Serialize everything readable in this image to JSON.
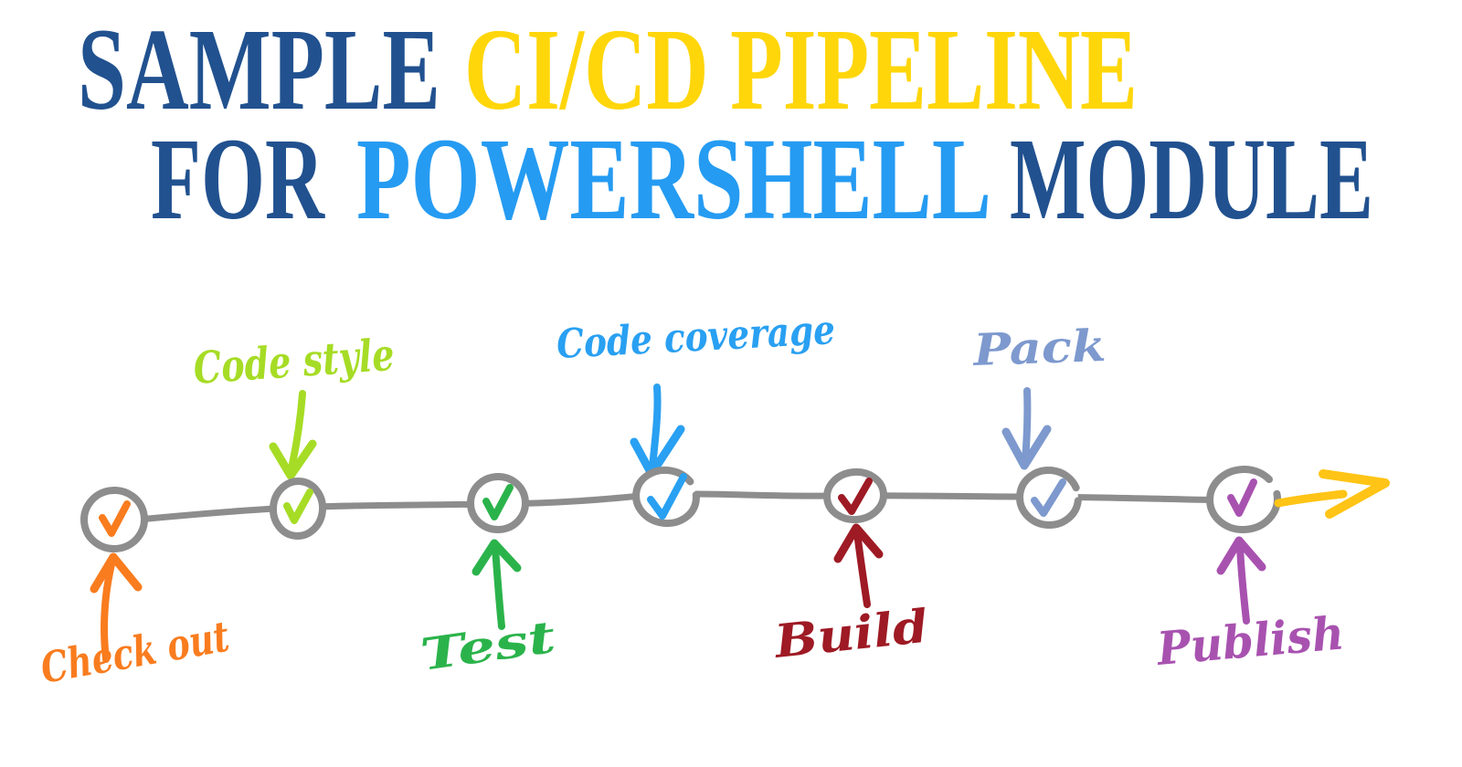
{
  "background": "#FFFFFF",
  "title": {
    "line1": [
      {
        "text": "SAMPLE",
        "color": "#21518F"
      },
      {
        "text": "CI/CD PIPELINE",
        "color": "#FFD60A"
      }
    ],
    "line2": [
      {
        "text": "FOR",
        "color": "#21518F"
      },
      {
        "text": "POWERSHELL",
        "color": "#259BF2"
      },
      {
        "text": "MODULE",
        "color": "#21518F"
      }
    ]
  },
  "pipeline": {
    "line_color": "#8D8D8D",
    "node_fill": "#FFFFFF",
    "end_arrow": {
      "color": "#FFC415",
      "direction": "right"
    },
    "stages": [
      {
        "label": "Check out",
        "color": "#F97C1E",
        "label_position": "below",
        "status_icon": "check"
      },
      {
        "label": "Code style",
        "color": "#A6DC25",
        "label_position": "above",
        "status_icon": "check"
      },
      {
        "label": "Test",
        "color": "#2BB34B",
        "label_position": "below",
        "status_icon": "check"
      },
      {
        "label": "Code coverage",
        "color": "#29A0F2",
        "label_position": "above",
        "status_icon": "check"
      },
      {
        "label": "Build",
        "color": "#9E1A24",
        "label_position": "below",
        "status_icon": "check"
      },
      {
        "label": "Pack",
        "color": "#7D99CE",
        "label_position": "above",
        "status_icon": "check"
      },
      {
        "label": "Publish",
        "color": "#A852B0",
        "label_position": "below",
        "status_icon": "check"
      }
    ]
  }
}
